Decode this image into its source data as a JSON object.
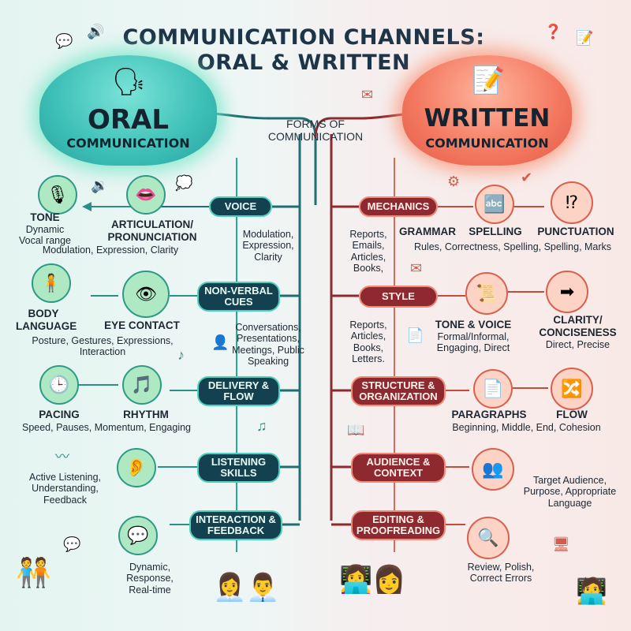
{
  "title": {
    "line1": "COMMUNICATION CHANNELS:",
    "line2": "ORAL & WRITTEN"
  },
  "center_label": "FORMS OF COMMUNICATION",
  "oral": {
    "heading": "ORAL",
    "subheading": "COMMUNICATION",
    "branches": [
      "VOICE",
      "NON-VERBAL CUES",
      "DELIVERY & FLOW",
      "LISTENING SKILLS",
      "INTERACTION & FEEDBACK"
    ],
    "items": {
      "tone_title": "TONE",
      "tone_desc": "Dynamic Vocal range",
      "articulation_title": "ARTICULATION/ PRONUNCIATION",
      "articulation_desc": "Modulation, Expression, Clarity",
      "voice_note": "Modulation, Expression, Clarity",
      "body_title": "BODY LANGUAGE",
      "eye_title": "EYE CONTACT",
      "nonverbal_desc": "Posture, Gestures, Expressions, Interaction",
      "nonverbal_note": "Conversations, Presentations, Meetings, Public Speaking",
      "pacing_title": "PACING",
      "rhythm_title": "RHYTHM",
      "delivery_desc": "Speed, Pauses, Momentum, Engaging",
      "listening_desc": "Active Listening, Understanding, Feedback",
      "interaction_desc": "Dynamic, Response, Real-time"
    }
  },
  "written": {
    "heading": "WRITTEN",
    "subheading": "COMMUNICATION",
    "branches": [
      "MECHANICS",
      "STYLE",
      "STRUCTURE & ORGANIZATION",
      "AUDIENCE & CONTEXT",
      "EDITING & PROOFREADING"
    ],
    "items": {
      "mechanics_note": "Reports, Emails, Articles, Books,",
      "grammar_title": "GRAMMAR",
      "spelling_title": "SPELLING",
      "punctuation_title": "PUNCTUATION",
      "mechanics_desc": "Rules, Correctness, Spelling, Spelling, Marks",
      "style_note": "Reports, Articles, Books, Letters.",
      "tone_voice_title": "TONE & VOICE",
      "tone_voice_desc": "Formal/Informal, Engaging, Direct",
      "clarity_title": "CLARITY/ CONCISENESS",
      "clarity_desc": "Direct, Precise",
      "paragraphs_title": "PARAGRAPHS",
      "flow_title": "FLOW",
      "structure_desc": "Beginning, Middle, End, Cohesion",
      "audience_desc": "Target Audience, Purpose, Appropriate Language",
      "editing_desc": "Review, Polish, Correct Errors"
    }
  },
  "colors": {
    "oral_accent": "#2fb3a6",
    "oral_dark": "#14414f",
    "written_accent": "#ee7a63",
    "written_dark": "#8e2a2f"
  },
  "icons": [
    "speaking-head-icon",
    "pen-document-icon",
    "microphone-icon",
    "mouth-icon",
    "eye-icon",
    "clock-icon",
    "music-note-icon",
    "ear-icon",
    "chat-bubbles-icon",
    "abc-blocks-icon",
    "punctuation-icon",
    "scroll-quill-icon",
    "arrow-target-icon",
    "flowchart-icon",
    "audience-icon",
    "magnifier-icon"
  ]
}
